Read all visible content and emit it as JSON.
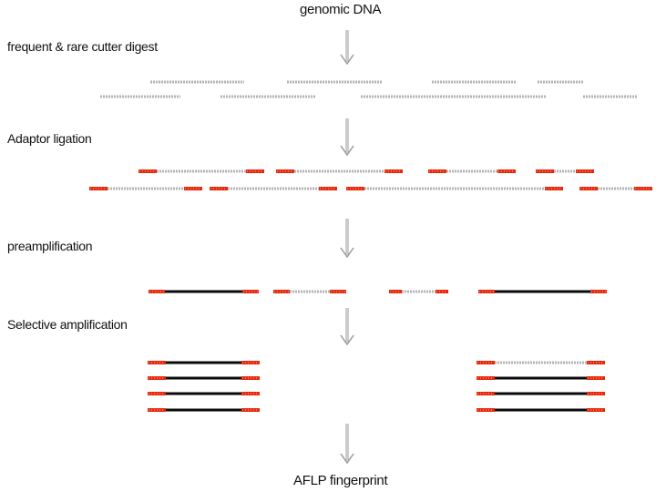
{
  "title": "genomic DNA",
  "steps": [
    {
      "label": "frequent & rare cutter digest"
    },
    {
      "label": "Adaptor ligation"
    },
    {
      "label": "preamplification"
    },
    {
      "label": "Selective amplification"
    }
  ],
  "result": "AFLP fingerprint",
  "colors": {
    "adaptor": "#e8280a",
    "adaptor_dots": "#f5b09a",
    "fragment_light": "#b4b4b4",
    "fragment_dark": "#0a0a0a",
    "arrow": "#9a9a9a"
  }
}
